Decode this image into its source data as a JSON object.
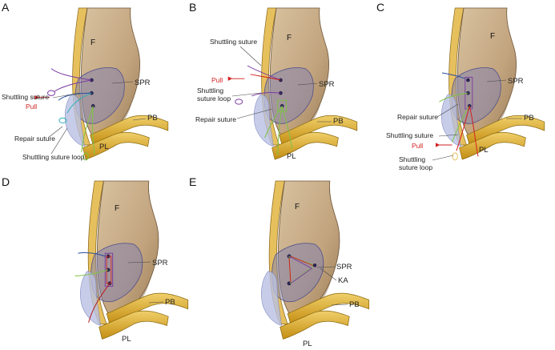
{
  "panels": [
    {
      "letter": "A",
      "labels": {
        "f": "F",
        "spr": "SPR",
        "pb": "PB",
        "pl": "PL",
        "shuttling_suture": "Shuttling suture",
        "pull": "Pull",
        "repair_suture": "Repair suture",
        "shuttling_suture_loop": "Shuttling suture loop"
      }
    },
    {
      "letter": "B",
      "labels": {
        "f": "F",
        "spr": "SPR",
        "pb": "PB",
        "pl": "PL",
        "shuttling_suture": "Shuttling suture",
        "pull": "Pull",
        "shuttling_suture_loop_1": "Shuttling",
        "shuttling_suture_loop_2": "suture loop",
        "repair_suture": "Repair suture"
      }
    },
    {
      "letter": "C",
      "labels": {
        "f": "F",
        "spr": "SPR",
        "pb": "PB",
        "pl": "PL",
        "repair_suture": "Repair suture",
        "shuttling_suture": "Shuttling suture",
        "pull": "Pull",
        "shuttling_suture_loop_1": "Shuttling",
        "shuttling_suture_loop_2": "suture loop"
      }
    },
    {
      "letter": "D",
      "labels": {
        "f": "F",
        "spr": "SPR",
        "pb": "PB",
        "pl": "PL"
      }
    },
    {
      "letter": "E",
      "labels": {
        "f": "F",
        "spr": "SPR",
        "ka": "KA",
        "pb": "PB",
        "pl": "PL"
      }
    }
  ],
  "colors": {
    "bone": "#c6ad8a",
    "bone_shadow": "#9e8463",
    "fibula_cortex": "#e8c060",
    "tendon": "#d9a520",
    "retinaculum": "#8a86b0",
    "flap": "#b8bfe0",
    "pull_arrow": "#d21f1f",
    "suture_purple": "#7a3aa0",
    "suture_green": "#7cc443",
    "suture_blue": "#2a4fa0",
    "suture_teal": "#2fb0b8",
    "suture_red": "#b32025"
  }
}
